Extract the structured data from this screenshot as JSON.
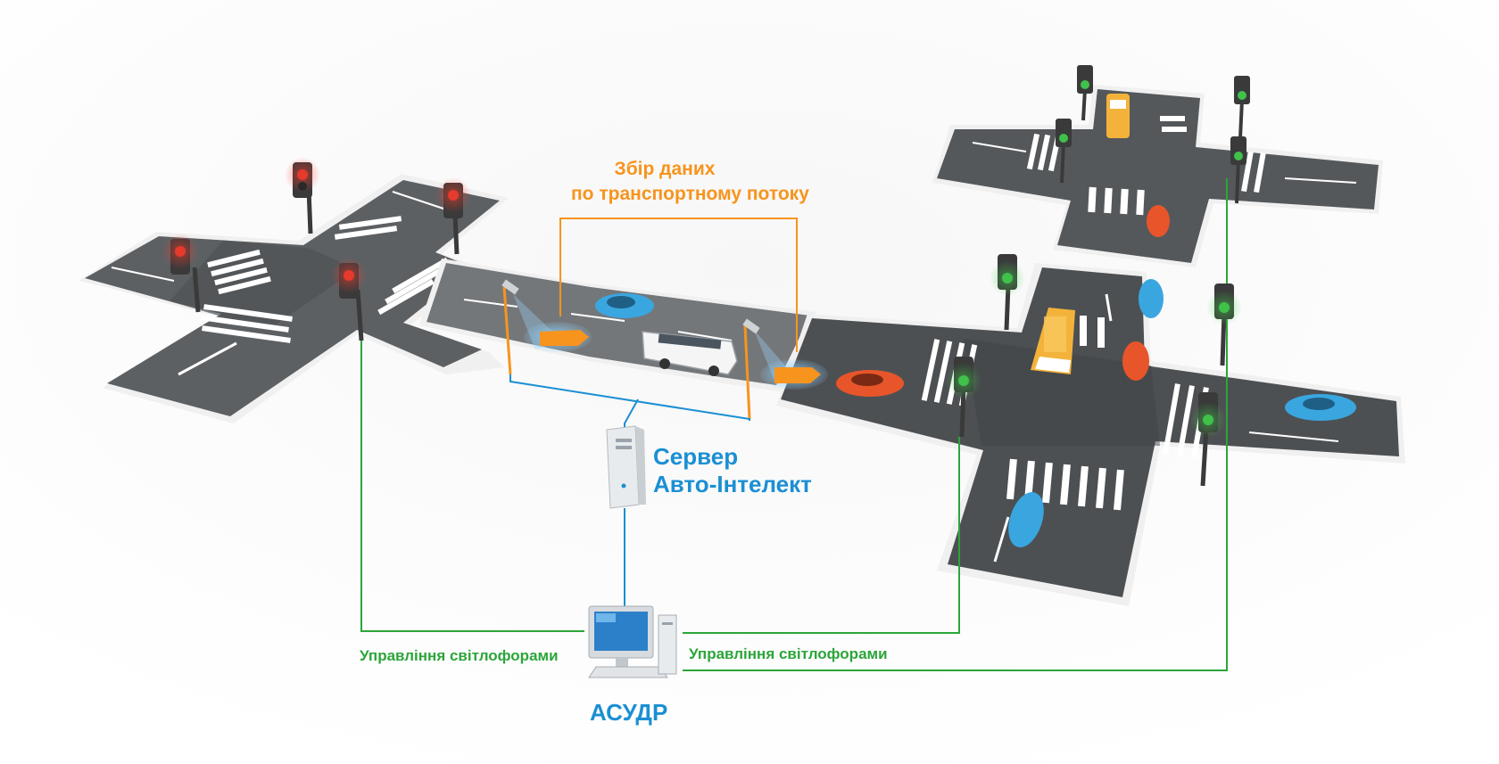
{
  "labels": {
    "data_collection_line1": "Збір даних",
    "data_collection_line2": "по транспортному потоку",
    "server_line1": "Сервер",
    "server_line2": "Авто-Інтелект",
    "control_left": "Управління світлофорами",
    "control_right": "Управління світлофорами",
    "asudr": "АСУДР"
  },
  "colors": {
    "road": "#5d6063",
    "road_dark": "#4a4d50",
    "curb": "#f0f0f0",
    "data_orange": "#f7941d",
    "server_blue": "#1b8fd3",
    "control_green": "#2ca53a",
    "car_blue": "#3aa6e0",
    "car_orange": "#e8552a",
    "bus_yellow": "#f3b33a",
    "signal_red": "#e53a2c",
    "signal_green": "#3fc14a"
  },
  "icons": [
    "traffic-light-red-icon",
    "traffic-light-green-icon",
    "camera-icon",
    "server-tower-icon",
    "workstation-icon",
    "car-icon",
    "bus-icon"
  ]
}
